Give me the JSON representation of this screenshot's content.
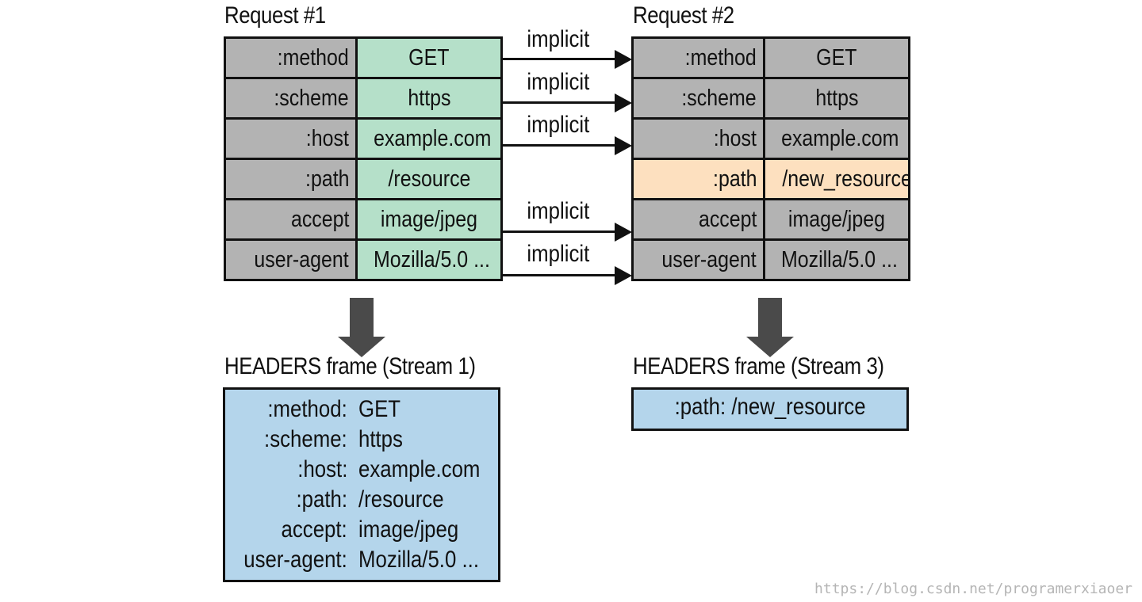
{
  "request1": {
    "title": "Request #1",
    "rows": [
      {
        "name": ":method",
        "value": "GET"
      },
      {
        "name": ":scheme",
        "value": "https"
      },
      {
        "name": ":host",
        "value": "example.com"
      },
      {
        "name": ":path",
        "value": "/resource"
      },
      {
        "name": "accept",
        "value": "image/jpeg"
      },
      {
        "name": "user-agent",
        "value": "Mozilla/5.0 ..."
      }
    ]
  },
  "request2": {
    "title": "Request #2",
    "rows": [
      {
        "name": ":method",
        "value": "GET"
      },
      {
        "name": ":scheme",
        "value": "https"
      },
      {
        "name": ":host",
        "value": "example.com"
      },
      {
        "name": ":path",
        "value": "/new_resource"
      },
      {
        "name": "accept",
        "value": "image/jpeg"
      },
      {
        "name": "user-agent",
        "value": "Mozilla/5.0 ..."
      }
    ]
  },
  "arrow_label": "implicit",
  "frame1": {
    "title": "HEADERS frame (Stream 1)",
    "lines": [
      {
        "key": ":method:",
        "value": "GET"
      },
      {
        "key": ":scheme:",
        "value": "https"
      },
      {
        "key": ":host:",
        "value": "example.com"
      },
      {
        "key": ":path:",
        "value": "/resource"
      },
      {
        "key": "accept:",
        "value": "image/jpeg"
      },
      {
        "key": "user-agent:",
        "value": "Mozilla/5.0 ..."
      }
    ]
  },
  "frame2": {
    "title": "HEADERS frame (Stream 3)",
    "line": ":path:  /new_resource"
  },
  "watermark": "https://blog.csdn.net/programerxiaoer",
  "colors": {
    "header_name_bg": "#b3b3b3",
    "request1_value_bg": "#b5e0c9",
    "changed_row_bg": "#fde0bf",
    "frame_bg": "#b4d5eb",
    "down_arrow": "#4a4a4a"
  }
}
